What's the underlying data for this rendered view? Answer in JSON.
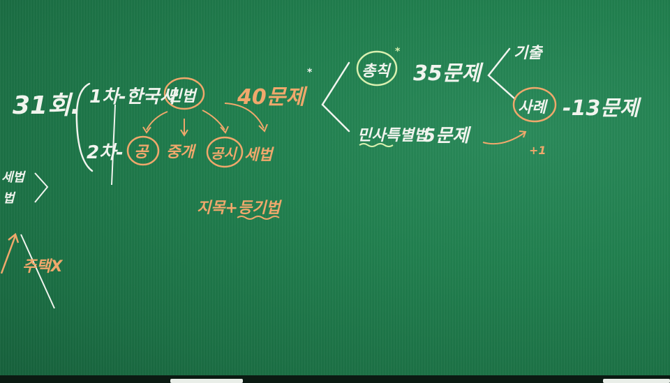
{
  "board": {
    "exam": "31회.",
    "round1": "1차-한국사",
    "round1_highlight": "민법",
    "round1_count": "40문제",
    "round2_prefix": "2차-",
    "round2_item1": "공",
    "round2_item2": "중개",
    "round2_item3": "공시",
    "round2_item4": "세법",
    "sub_note": "지목+등기법",
    "left_note_1": "세법",
    "left_note_2": "법",
    "left_note_3": "주택X",
    "branch_top": "총칙",
    "branch_top_count": "35문제",
    "branch_bottom": "민사특별법",
    "branch_bottom_count": "5문제",
    "right_top": "기출",
    "right_mid": "사례",
    "right_mid_count": "-13문제",
    "right_plus": "+1"
  },
  "colors": {
    "board": "#1f7a4c",
    "chalk_white": "#f1f4ee",
    "chalk_orange": "#f0a86c",
    "chalk_green": "#d9f0b0"
  }
}
